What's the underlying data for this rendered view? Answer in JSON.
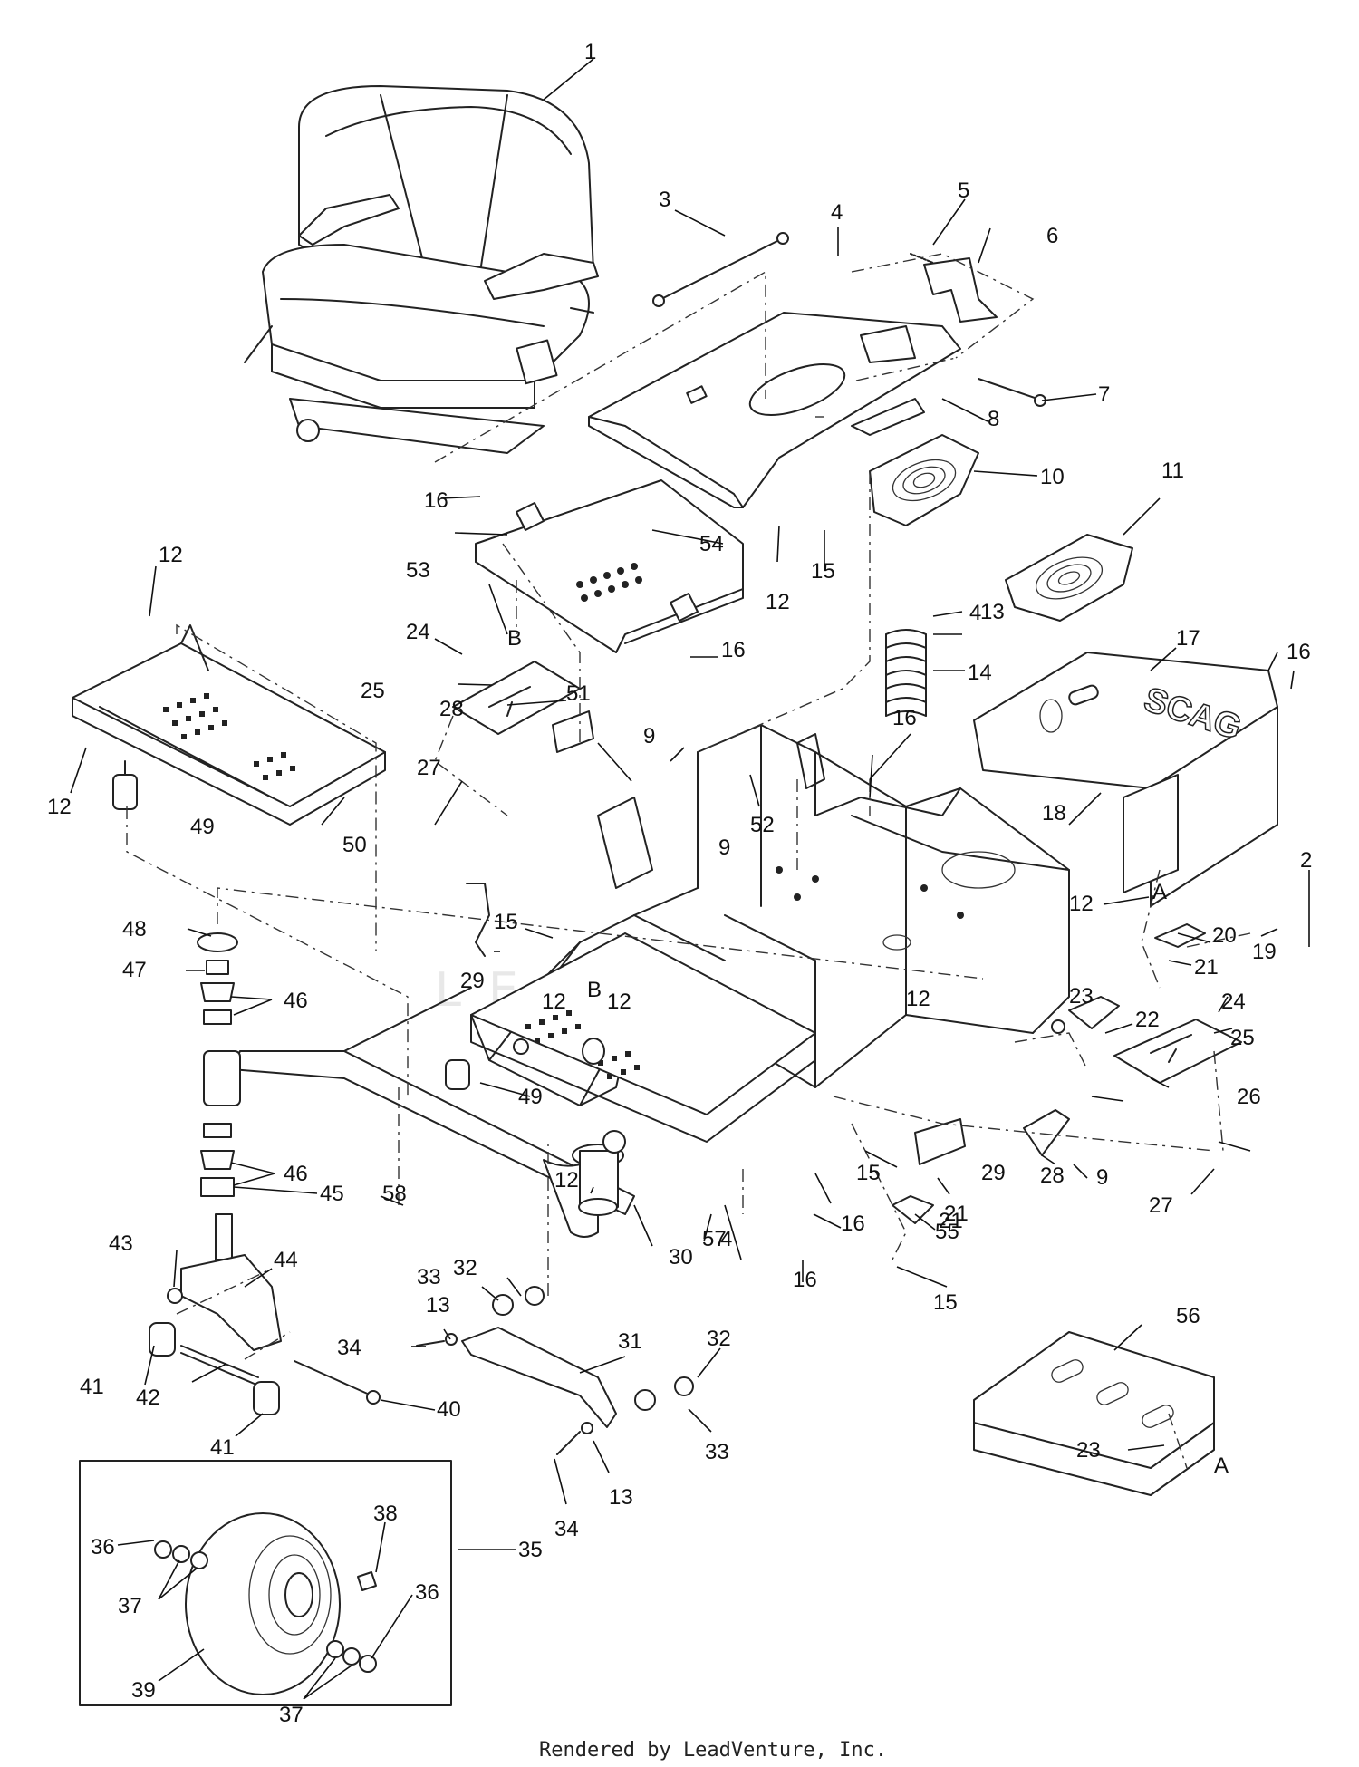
{
  "footer": {
    "rendered_by": "Rendered by LeadVenture, Inc."
  },
  "callouts": [
    {
      "label": "1"
    },
    {
      "label": "2"
    },
    {
      "label": "3"
    },
    {
      "label": "4"
    },
    {
      "label": "4"
    },
    {
      "label": "4"
    },
    {
      "label": "5"
    },
    {
      "label": "6"
    },
    {
      "label": "7"
    },
    {
      "label": "8"
    },
    {
      "label": "9"
    },
    {
      "label": "9"
    },
    {
      "label": "9"
    },
    {
      "label": "10"
    },
    {
      "label": "11"
    },
    {
      "label": "12"
    },
    {
      "label": "12"
    },
    {
      "label": "12"
    },
    {
      "label": "12"
    },
    {
      "label": "12"
    },
    {
      "label": "12"
    },
    {
      "label": "12"
    },
    {
      "label": "12"
    },
    {
      "label": "13"
    },
    {
      "label": "13"
    },
    {
      "label": "13"
    },
    {
      "label": "14"
    },
    {
      "label": "15"
    },
    {
      "label": "15"
    },
    {
      "label": "15"
    },
    {
      "label": "15"
    },
    {
      "label": "16"
    },
    {
      "label": "16"
    },
    {
      "label": "16"
    },
    {
      "label": "16"
    },
    {
      "label": "16"
    },
    {
      "label": "16"
    },
    {
      "label": "17"
    },
    {
      "label": "18"
    },
    {
      "label": "19"
    },
    {
      "label": "20"
    },
    {
      "label": "21"
    },
    {
      "label": "21"
    },
    {
      "label": "21"
    },
    {
      "label": "22"
    },
    {
      "label": "23"
    },
    {
      "label": "23"
    },
    {
      "label": "24"
    },
    {
      "label": "24"
    },
    {
      "label": "25"
    },
    {
      "label": "25"
    },
    {
      "label": "26"
    },
    {
      "label": "27"
    },
    {
      "label": "27"
    },
    {
      "label": "28"
    },
    {
      "label": "28"
    },
    {
      "label": "29"
    },
    {
      "label": "29"
    },
    {
      "label": "30"
    },
    {
      "label": "31"
    },
    {
      "label": "32"
    },
    {
      "label": "32"
    },
    {
      "label": "33"
    },
    {
      "label": "33"
    },
    {
      "label": "34"
    },
    {
      "label": "34"
    },
    {
      "label": "35"
    },
    {
      "label": "36"
    },
    {
      "label": "36"
    },
    {
      "label": "37"
    },
    {
      "label": "37"
    },
    {
      "label": "38"
    },
    {
      "label": "39"
    },
    {
      "label": "40"
    },
    {
      "label": "41"
    },
    {
      "label": "41"
    },
    {
      "label": "42"
    },
    {
      "label": "43"
    },
    {
      "label": "44"
    },
    {
      "label": "45"
    },
    {
      "label": "46"
    },
    {
      "label": "46"
    },
    {
      "label": "47"
    },
    {
      "label": "48"
    },
    {
      "label": "49"
    },
    {
      "label": "49"
    },
    {
      "label": "50"
    },
    {
      "label": "51"
    },
    {
      "label": "52"
    },
    {
      "label": "53"
    },
    {
      "label": "54"
    },
    {
      "label": "55"
    },
    {
      "label": "56"
    },
    {
      "label": "57"
    },
    {
      "label": "58"
    },
    {
      "label": "A"
    },
    {
      "label": "A"
    },
    {
      "label": "B"
    },
    {
      "label": "B"
    }
  ]
}
